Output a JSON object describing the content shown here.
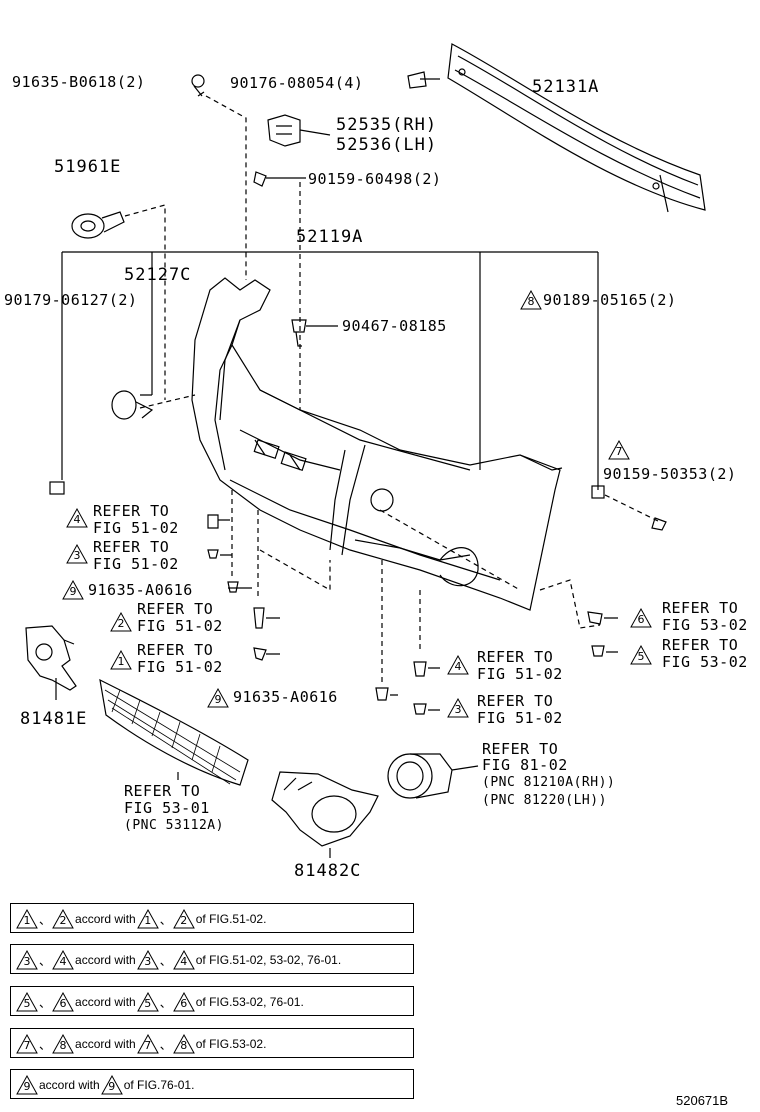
{
  "parts": {
    "p1": "91635-B0618(2)",
    "p2": "90176-08054(4)",
    "p3": "52131A",
    "p4": "52535(RH)",
    "p5": "52536(LH)",
    "p6": "90159-60498(2)",
    "p7": "51961E",
    "p8": "52119A",
    "p9": "52127C",
    "p10": "90179-06127(2)",
    "p11": "90189-05165(2)",
    "p12": "90467-08185",
    "p13": "90159-50353(2)",
    "p14": "91635-A0616",
    "p15": "91635-A0616",
    "p16": "81481E",
    "p17": "81482C",
    "p18_l1": "REFER TO",
    "p18_l2": "FIG 53-01",
    "p18_l3": "(PNC 53112A)",
    "p19_l1": "REFER TO",
    "p19_l2": "FIG 81-02",
    "p19_l3": "(PNC 81210A(RH))",
    "p19_l4": "(PNC 81220(LH))"
  },
  "refs": [
    {
      "num": "4",
      "l1": "REFER TO",
      "l2": "FIG 51-02"
    },
    {
      "num": "3",
      "l1": "REFER TO",
      "l2": "FIG 51-02"
    },
    {
      "num": "2",
      "l1": "REFER TO",
      "l2": "FIG 51-02"
    },
    {
      "num": "1",
      "l1": "REFER TO",
      "l2": "FIG 51-02"
    },
    {
      "num": "6",
      "l1": "REFER TO",
      "l2": "FIG 53-02"
    },
    {
      "num": "5",
      "l1": "REFER TO",
      "l2": "FIG 53-02"
    },
    {
      "num": "4",
      "l1": "REFER TO",
      "l2": "FIG 51-02"
    },
    {
      "num": "3",
      "l1": "REFER TO",
      "l2": "FIG 51-02"
    }
  ],
  "markers": {
    "m8": "8",
    "m7": "7",
    "m9a": "9",
    "m9b": "9"
  },
  "notes": [
    {
      "a": "1",
      "b": "2",
      "text": "accord with",
      "c": "1",
      "d": "2",
      "tail": "of FIG.51-02."
    },
    {
      "a": "3",
      "b": "4",
      "text": "accord with",
      "c": "3",
      "d": "4",
      "tail": "of FIG.51-02, 53-02, 76-01."
    },
    {
      "a": "5",
      "b": "6",
      "text": "accord with",
      "c": "5",
      "d": "6",
      "tail": "of FIG.53-02, 76-01."
    },
    {
      "a": "7",
      "b": "8",
      "text": "accord with",
      "c": "7",
      "d": "8",
      "tail": "of FIG.53-02."
    },
    {
      "a": "9",
      "text": "accord with",
      "c": "9",
      "tail": "of FIG.76-01."
    }
  ],
  "footer": {
    "code": "520671B"
  },
  "comma": "、"
}
